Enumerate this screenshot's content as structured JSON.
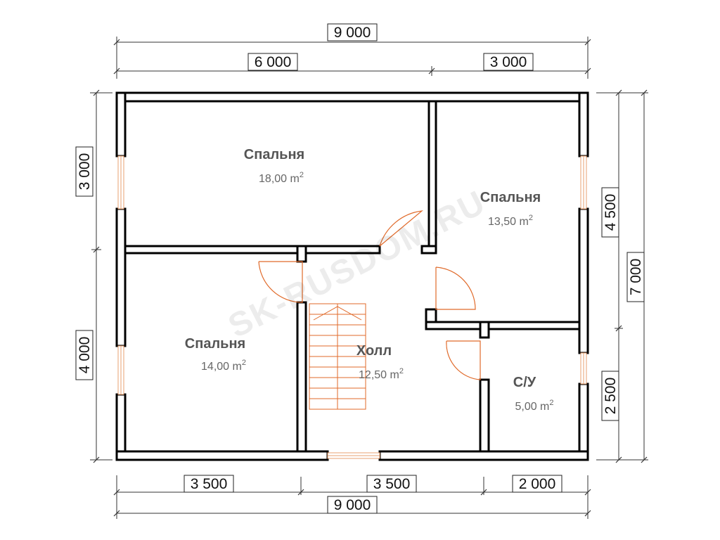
{
  "dimensions": {
    "top_total": "9 000",
    "top_left": "6 000",
    "top_right": "3 000",
    "bottom_total": "9 000",
    "bottom_a": "3 500",
    "bottom_b": "3 500",
    "bottom_c": "2 000",
    "left_top": "3 000",
    "left_bottom": "4 000",
    "right_total": "7 000",
    "right_top": "4 500",
    "right_bottom": "2 500"
  },
  "rooms": [
    {
      "name": "Спальня",
      "area": "18,00 m",
      "unit_power": "2"
    },
    {
      "name": "Спальня",
      "area": "13,50 m",
      "unit_power": "2"
    },
    {
      "name": "Спальня",
      "area": "14,00 m",
      "unit_power": "2"
    },
    {
      "name": "Холл",
      "area": "12,50 m",
      "unit_power": "2"
    },
    {
      "name": "С/У",
      "area": "5,00 m",
      "unit_power": "2"
    }
  ],
  "watermark": "SK-RUSDOM.RU",
  "colors": {
    "wall_fill": "#ffffff",
    "wall_stroke": "#000000",
    "door": "#e06a2a",
    "window": "#e8a070",
    "dimension_line": "#333333",
    "room_text": "#555555"
  }
}
